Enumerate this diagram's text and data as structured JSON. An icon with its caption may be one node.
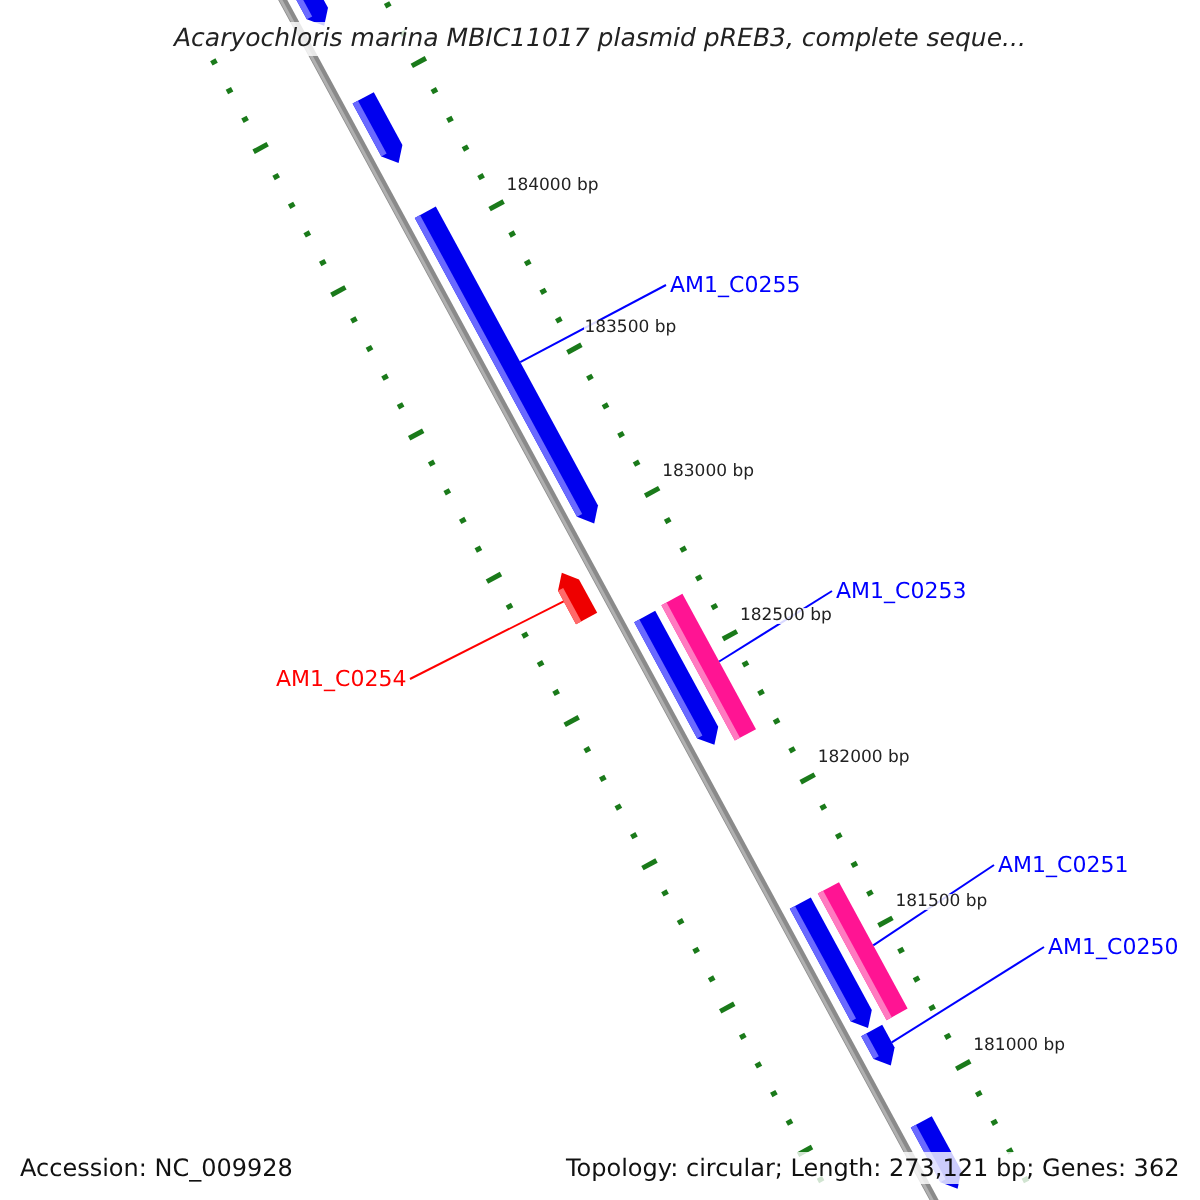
{
  "diagram": {
    "title": "Acaryochloris marina MBIC11017 plasmid pREB3, complete seque...",
    "nodes": [
      {
        "text": [
          "AM1_C0255"
        ]
      },
      {
        "text": [],
        "shape": "bar"
      },
      {
        "text": [
          "AM1_C0253"
        ]
      },
      {
        "text": [],
        "shape": "bar"
      },
      {
        "text": [
          "AM1_C0254"
        ]
      },
      {
        "text": [],
        "shape": "bar"
      },
      {
        "text": [
          "AM1_C0251"
        ]
      },
      {
        "text": [],
        "shape": "bar"
      },
      {
        "text": [
          "AM1_C0250"
        ]
      },
      {
        "text": [],
        "shape": "bar"
      }
    ],
    "edges": [
      {
        "from": 0,
        "to": 1,
        "arrow": "none"
      },
      {
        "from": 2,
        "to": 3,
        "arrow": "none"
      },
      {
        "from": 4,
        "to": 5,
        "arrow": "none",
        "color": "#ff0000"
      },
      {
        "from": 6,
        "to": 7,
        "arrow": "none"
      },
      {
        "from": 8,
        "to": 9,
        "arrow": "none"
      }
    ],
    "labels": [
      "184000 bp",
      "183500 bp",
      "183000 bp",
      "182500 bp",
      "182000 bp",
      "181500 bp",
      "181000 bp",
      "Accession: NC_009928",
      "Topology: circular; Length: 273,121 bp; Genes: 362"
    ]
  }
}
